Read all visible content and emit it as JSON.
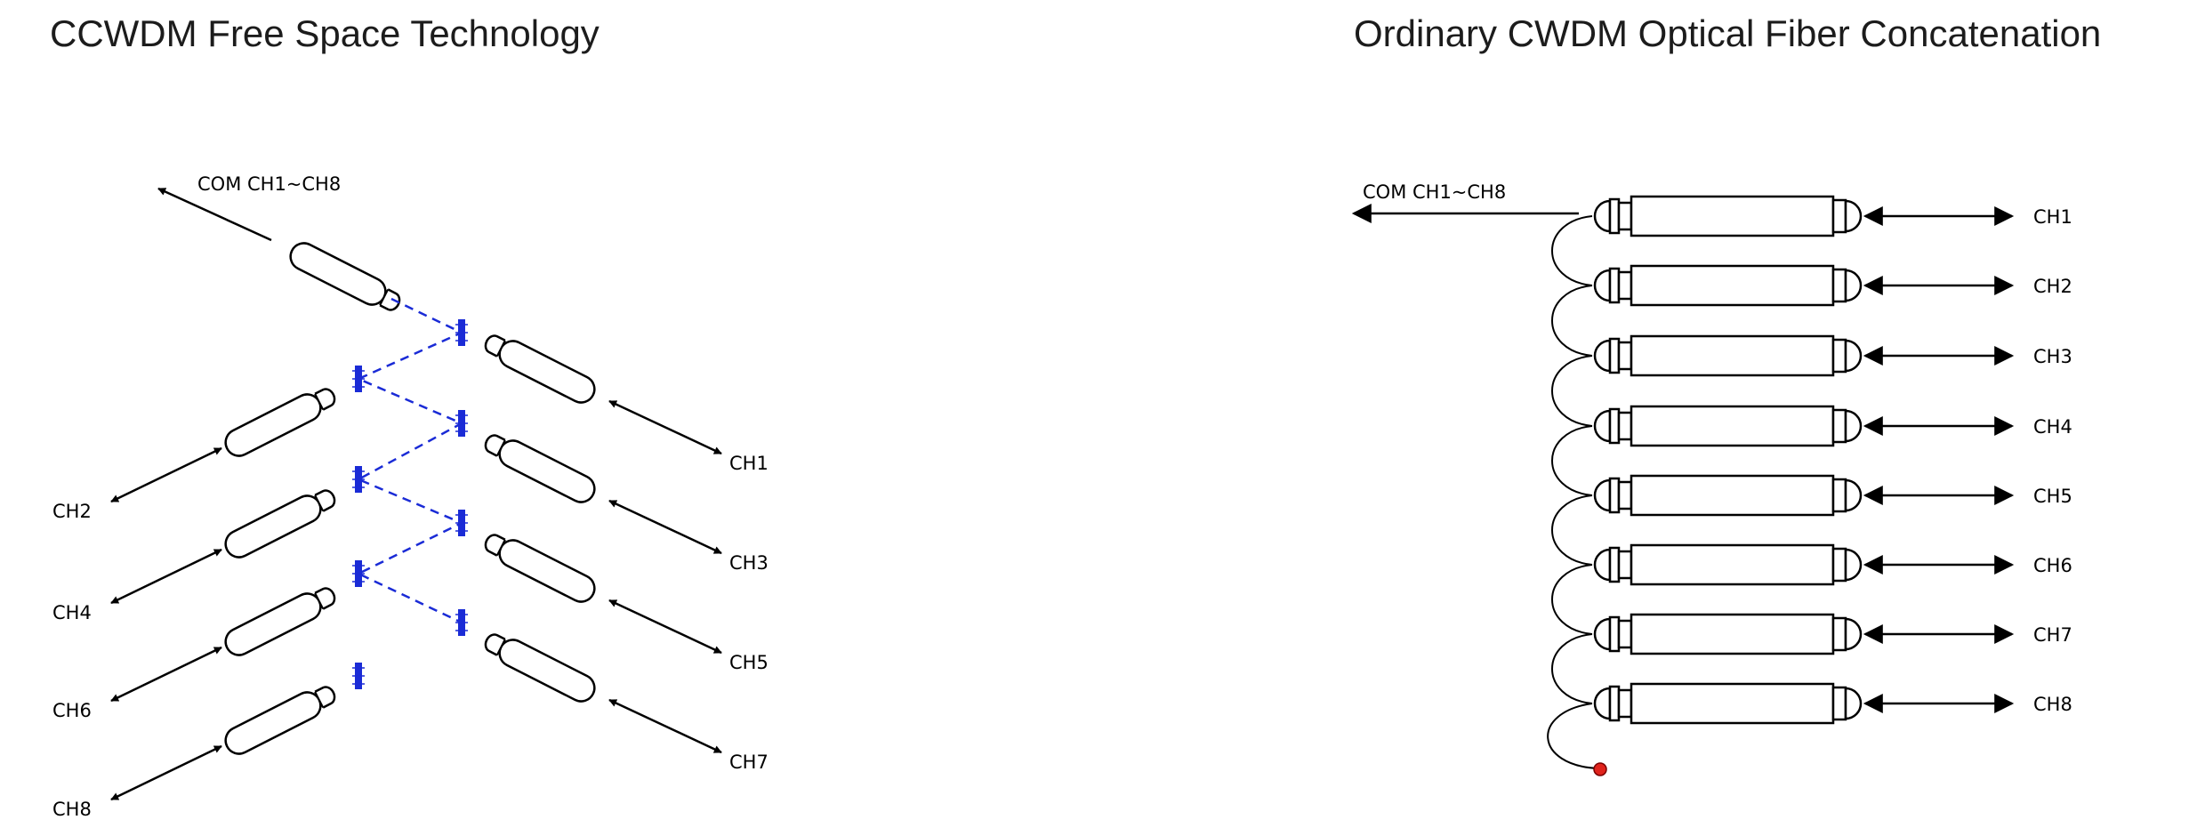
{
  "titles": {
    "left": "CCWDM Free Space Technology",
    "right": "Ordinary CWDM Optical Fiber Concatenation"
  },
  "colors": {
    "line": "#000000",
    "filter": "#1a2bd6",
    "beam_path": "#1a2bd6",
    "fiber_end": "#e0231c"
  },
  "left_diagram": {
    "com_label": "COM CH1~CH8",
    "outputs": [
      {
        "label": "CH1",
        "side": "right"
      },
      {
        "label": "CH2",
        "side": "left"
      },
      {
        "label": "CH3",
        "side": "right"
      },
      {
        "label": "CH4",
        "side": "left"
      },
      {
        "label": "CH5",
        "side": "right"
      },
      {
        "label": "CH6",
        "side": "left"
      },
      {
        "label": "CH7",
        "side": "right"
      },
      {
        "label": "CH8",
        "side": "left"
      }
    ]
  },
  "right_diagram": {
    "com_label": "COM CH1~CH8",
    "channels": [
      "CH1",
      "CH2",
      "CH3",
      "CH4",
      "CH5",
      "CH6",
      "CH7",
      "CH8"
    ]
  }
}
